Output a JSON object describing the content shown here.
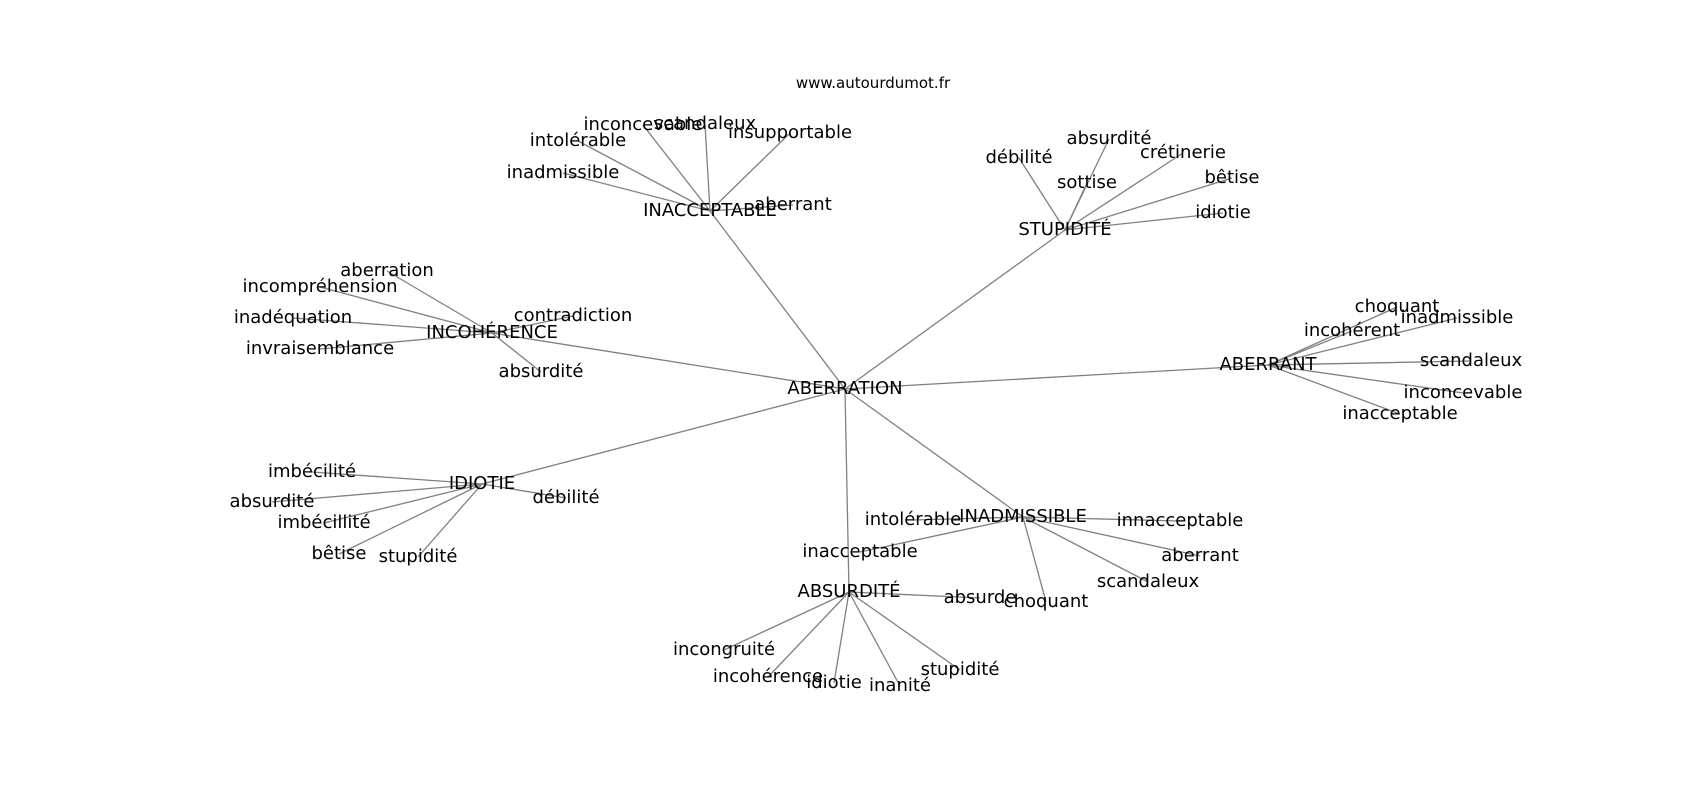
{
  "source": "www.autourdumot.fr",
  "colors": {
    "edge": "#808080",
    "text": "#000000",
    "background": "#ffffff"
  },
  "graph": {
    "root": "ABERRATION",
    "nodes": [
      {
        "id": "aberration_root",
        "label": "ABERRATION"
      },
      {
        "id": "inacceptable_hub",
        "label": "INACCEPTABLE"
      },
      {
        "id": "stupidite_hub",
        "label": "STUPIDITÉ"
      },
      {
        "id": "incoherence_hub",
        "label": "INCOHÉRENCE"
      },
      {
        "id": "aberrant_hub",
        "label": "ABERRANT"
      },
      {
        "id": "idiotie_hub",
        "label": "IDIOTIE"
      },
      {
        "id": "inadmissible_hub",
        "label": "INADMISSIBLE"
      },
      {
        "id": "absurdite_hub",
        "label": "ABSURDITÉ"
      },
      {
        "id": "inacc_inconcevable",
        "label": "inconcevable"
      },
      {
        "id": "inacc_scandaleux",
        "label": "scandaleux"
      },
      {
        "id": "inacc_intolerable",
        "label": "intolérable"
      },
      {
        "id": "inacc_insupportable",
        "label": "insupportable"
      },
      {
        "id": "inacc_inadmissible",
        "label": "inadmissible"
      },
      {
        "id": "inacc_aberrant",
        "label": "aberrant"
      },
      {
        "id": "stup_absurdite",
        "label": "absurdité"
      },
      {
        "id": "stup_debilite",
        "label": "débilité"
      },
      {
        "id": "stup_cretinerie",
        "label": "crétinerie"
      },
      {
        "id": "stup_sottise",
        "label": "sottise"
      },
      {
        "id": "stup_betise",
        "label": "bêtise"
      },
      {
        "id": "stup_idiotie",
        "label": "idiotie"
      },
      {
        "id": "incoh_aberration",
        "label": "aberration"
      },
      {
        "id": "incoh_incomprehension",
        "label": "incompréhension"
      },
      {
        "id": "incoh_contradiction",
        "label": "contradiction"
      },
      {
        "id": "incoh_inadequation",
        "label": "inadéquation"
      },
      {
        "id": "incoh_invraisemblance",
        "label": "invraisemblance"
      },
      {
        "id": "incoh_absurdite",
        "label": "absurdité"
      },
      {
        "id": "aberr_choquant",
        "label": "choquant"
      },
      {
        "id": "aberr_incoherent",
        "label": "incohérent"
      },
      {
        "id": "aberr_inadmissible",
        "label": "inadmissible"
      },
      {
        "id": "aberr_scandaleux",
        "label": "scandaleux"
      },
      {
        "id": "aberr_inconcevable",
        "label": "inconcevable"
      },
      {
        "id": "aberr_inacceptable",
        "label": "inacceptable"
      },
      {
        "id": "idio_imbecilite",
        "label": "imbécilité"
      },
      {
        "id": "idio_absurdite",
        "label": "absurdité"
      },
      {
        "id": "idio_debilite",
        "label": "débilité"
      },
      {
        "id": "idio_imbecillite",
        "label": "imbécillité"
      },
      {
        "id": "idio_betise",
        "label": "bêtise"
      },
      {
        "id": "idio_stupidite",
        "label": "stupidité"
      },
      {
        "id": "inadm_intolerable",
        "label": "intolérable"
      },
      {
        "id": "inadm_innacceptable",
        "label": "innacceptable"
      },
      {
        "id": "inadm_inacceptable",
        "label": "inacceptable"
      },
      {
        "id": "inadm_aberrant",
        "label": "aberrant"
      },
      {
        "id": "inadm_scandaleux",
        "label": "scandaleux"
      },
      {
        "id": "inadm_choquant",
        "label": "choquant"
      },
      {
        "id": "absu_absurde",
        "label": "absurde"
      },
      {
        "id": "absu_incongruite",
        "label": "incongruité"
      },
      {
        "id": "absu_stupidite",
        "label": "stupidité"
      },
      {
        "id": "absu_incoherence",
        "label": "incohérence"
      },
      {
        "id": "absu_idiotie",
        "label": "idiotie"
      },
      {
        "id": "absu_inanite",
        "label": "inanité"
      }
    ],
    "edges": [
      [
        "aberration_root",
        "inacceptable_hub"
      ],
      [
        "aberration_root",
        "stupidite_hub"
      ],
      [
        "aberration_root",
        "incoherence_hub"
      ],
      [
        "aberration_root",
        "aberrant_hub"
      ],
      [
        "aberration_root",
        "idiotie_hub"
      ],
      [
        "aberration_root",
        "inadmissible_hub"
      ],
      [
        "aberration_root",
        "absurdite_hub"
      ],
      [
        "inacceptable_hub",
        "inacc_inconcevable"
      ],
      [
        "inacceptable_hub",
        "inacc_scandaleux"
      ],
      [
        "inacceptable_hub",
        "inacc_intolerable"
      ],
      [
        "inacceptable_hub",
        "inacc_insupportable"
      ],
      [
        "inacceptable_hub",
        "inacc_inadmissible"
      ],
      [
        "inacceptable_hub",
        "inacc_aberrant"
      ],
      [
        "stupidite_hub",
        "stup_absurdite"
      ],
      [
        "stupidite_hub",
        "stup_debilite"
      ],
      [
        "stupidite_hub",
        "stup_cretinerie"
      ],
      [
        "stupidite_hub",
        "stup_sottise"
      ],
      [
        "stupidite_hub",
        "stup_betise"
      ],
      [
        "stupidite_hub",
        "stup_idiotie"
      ],
      [
        "incoherence_hub",
        "incoh_aberration"
      ],
      [
        "incoherence_hub",
        "incoh_incomprehension"
      ],
      [
        "incoherence_hub",
        "incoh_contradiction"
      ],
      [
        "incoherence_hub",
        "incoh_inadequation"
      ],
      [
        "incoherence_hub",
        "incoh_invraisemblance"
      ],
      [
        "incoherence_hub",
        "incoh_absurdite"
      ],
      [
        "aberrant_hub",
        "aberr_choquant"
      ],
      [
        "aberrant_hub",
        "aberr_incoherent"
      ],
      [
        "aberrant_hub",
        "aberr_inadmissible"
      ],
      [
        "aberrant_hub",
        "aberr_scandaleux"
      ],
      [
        "aberrant_hub",
        "aberr_inconcevable"
      ],
      [
        "aberrant_hub",
        "aberr_inacceptable"
      ],
      [
        "idiotie_hub",
        "idio_imbecilite"
      ],
      [
        "idiotie_hub",
        "idio_absurdite"
      ],
      [
        "idiotie_hub",
        "idio_debilite"
      ],
      [
        "idiotie_hub",
        "idio_imbecillite"
      ],
      [
        "idiotie_hub",
        "idio_betise"
      ],
      [
        "idiotie_hub",
        "idio_stupidite"
      ],
      [
        "inadmissible_hub",
        "inadm_intolerable"
      ],
      [
        "inadmissible_hub",
        "inadm_innacceptable"
      ],
      [
        "inadmissible_hub",
        "inadm_inacceptable"
      ],
      [
        "inadmissible_hub",
        "inadm_aberrant"
      ],
      [
        "inadmissible_hub",
        "inadm_scandaleux"
      ],
      [
        "inadmissible_hub",
        "inadm_choquant"
      ],
      [
        "absurdite_hub",
        "absu_absurde"
      ],
      [
        "absurdite_hub",
        "absu_incongruite"
      ],
      [
        "absurdite_hub",
        "absu_stupidite"
      ],
      [
        "absurdite_hub",
        "absu_incoherence"
      ],
      [
        "absurdite_hub",
        "absu_idiotie"
      ],
      [
        "absurdite_hub",
        "absu_inanite"
      ]
    ]
  }
}
